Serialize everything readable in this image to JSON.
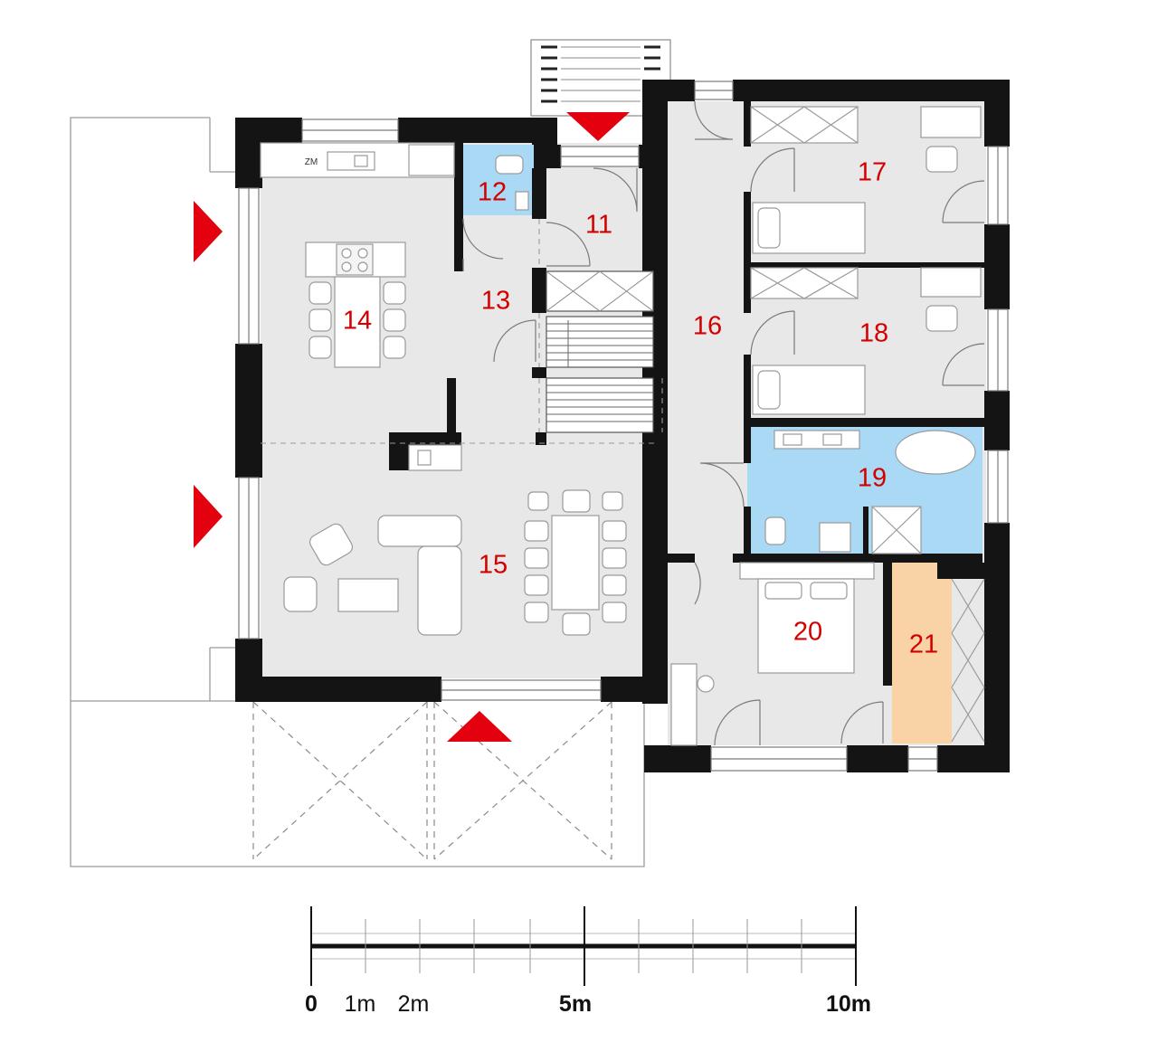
{
  "colors": {
    "wall": "#141414",
    "floor": "#e8e8e8",
    "wet_room": "#a9d9f5",
    "storage": "#f9d2a6",
    "arrow": "#e3000f",
    "label": "#d40000",
    "furniture": "#9a9a9a"
  },
  "rooms": {
    "r11": "11",
    "r12": "12",
    "r13": "13",
    "r14": "14",
    "r15": "15",
    "r16": "16",
    "r17": "17",
    "r18": "18",
    "r19": "19",
    "r20": "20",
    "r21": "21"
  },
  "appliances": {
    "fridge": "ZM"
  },
  "scale": {
    "zero": "0",
    "one": "1m",
    "two": "2m",
    "five": "5m",
    "ten": "10m"
  }
}
